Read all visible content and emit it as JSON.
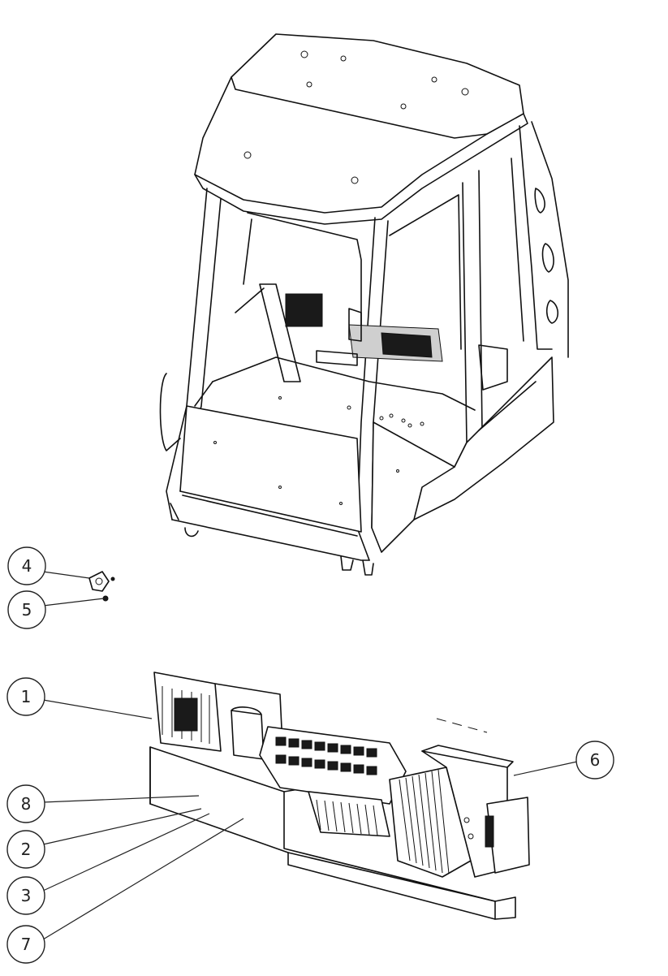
{
  "callouts": [
    {
      "id": "c4",
      "label": "4"
    },
    {
      "id": "c5",
      "label": "5"
    },
    {
      "id": "c1",
      "label": "1"
    },
    {
      "id": "c6",
      "label": "6"
    },
    {
      "id": "c8",
      "label": "8"
    },
    {
      "id": "c2",
      "label": "2"
    },
    {
      "id": "c3",
      "label": "3"
    },
    {
      "id": "c7",
      "label": "7"
    }
  ]
}
